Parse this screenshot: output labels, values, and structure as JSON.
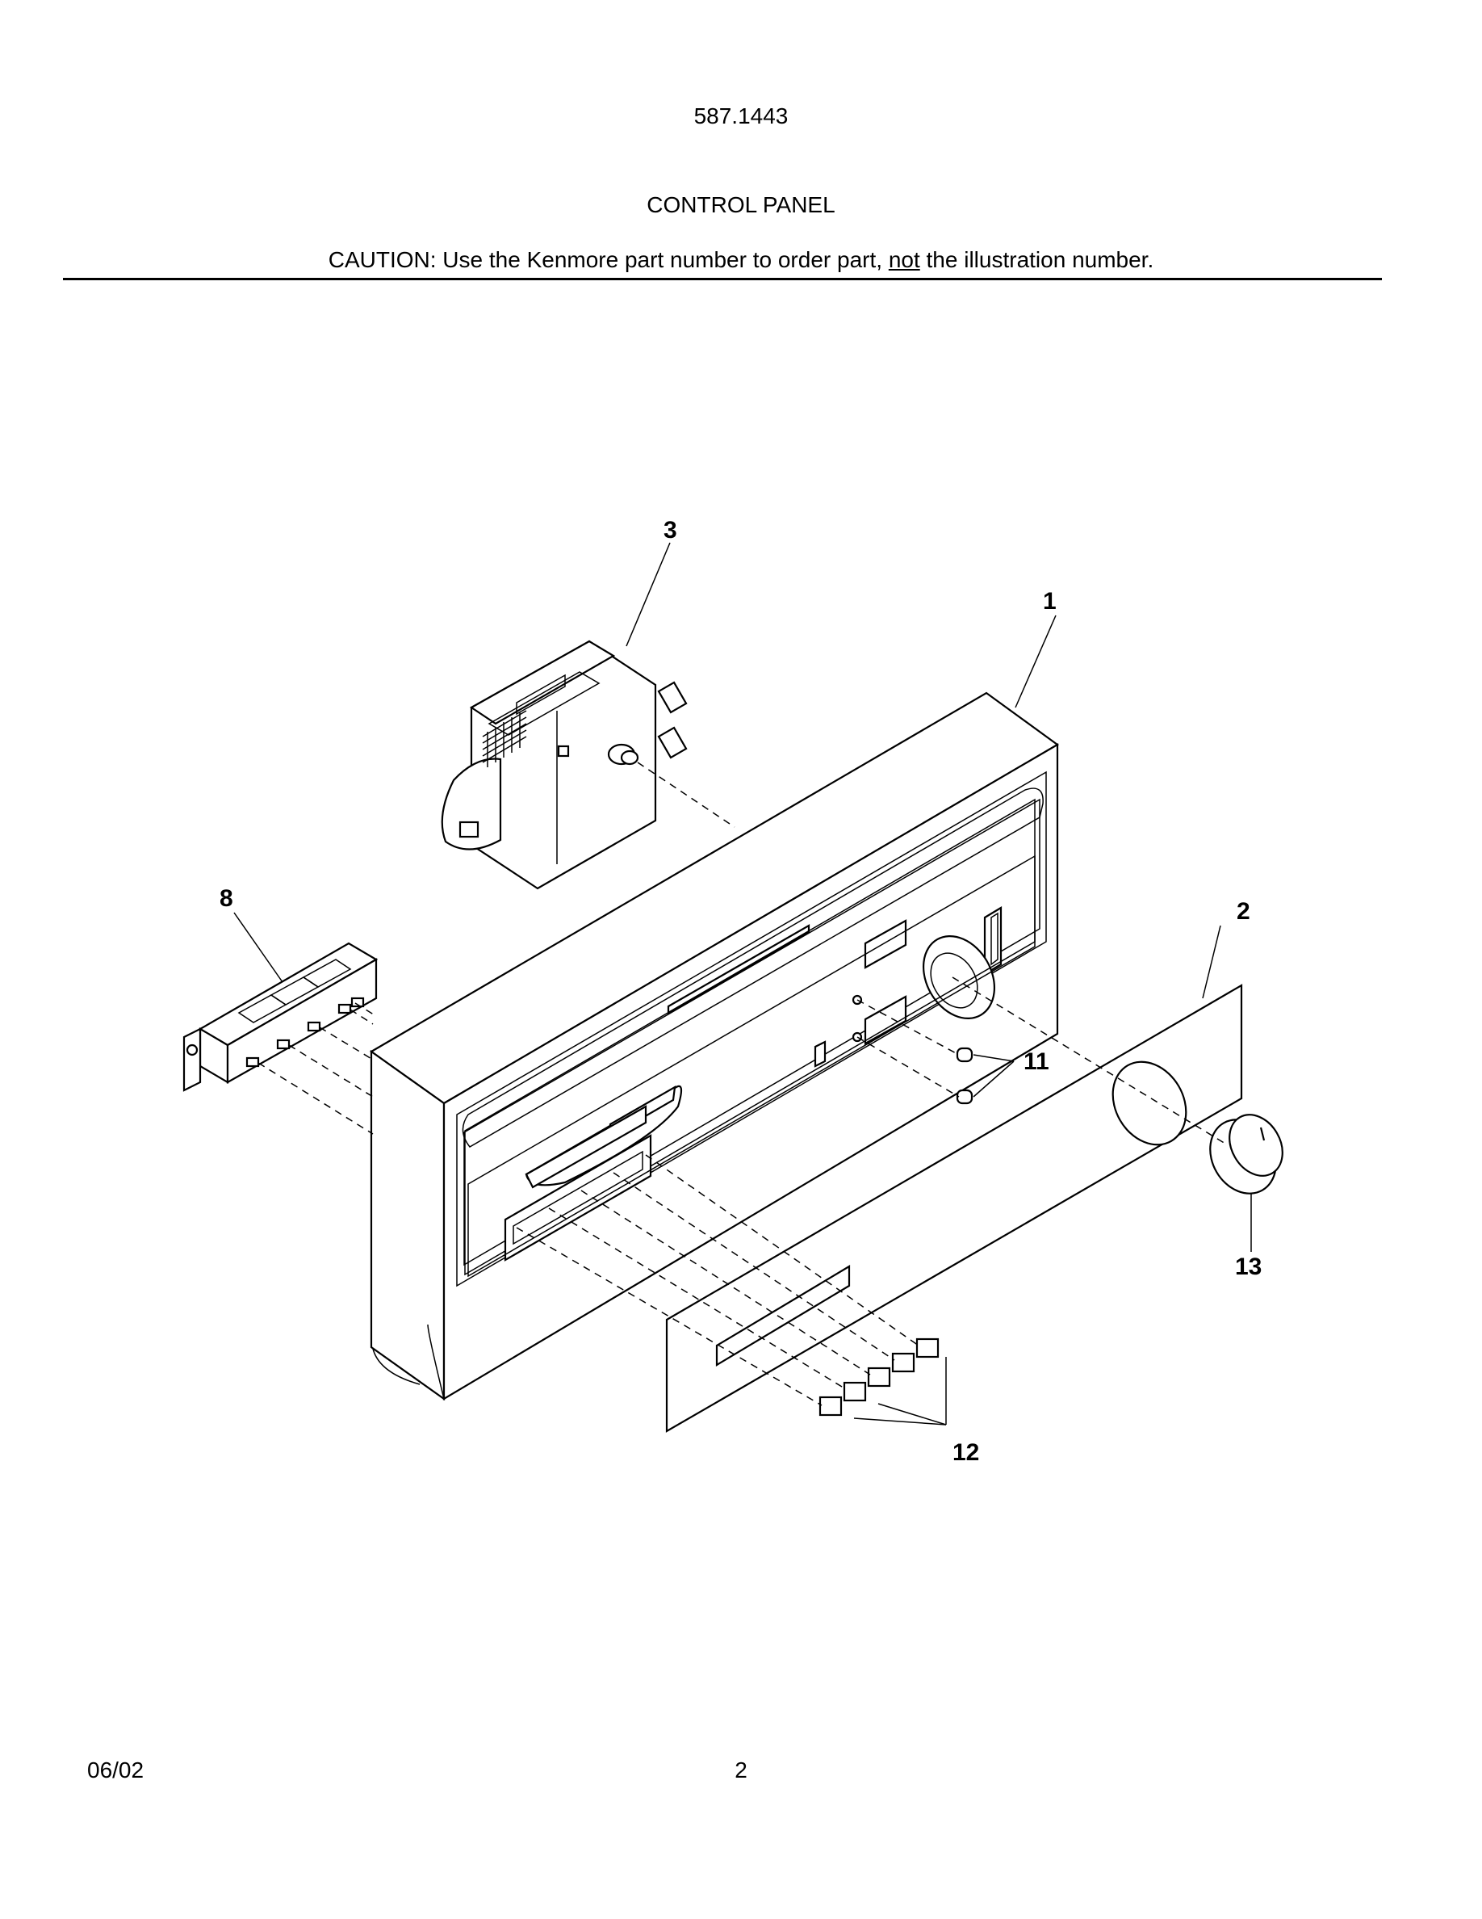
{
  "header": {
    "model_number": "587.1443",
    "section_title": "CONTROL PANEL",
    "caution_prefix": "CAUTION: Use the Kenmore part number to order part, ",
    "caution_emphasis": "not",
    "caution_suffix": " the illustration number."
  },
  "diagram": {
    "callouts": {
      "c1": "1",
      "c2": "2",
      "c3": "3",
      "c8": "8",
      "c11": "11",
      "c12": "12",
      "c13": "13"
    }
  },
  "footer": {
    "date": "06/02",
    "page_number": "2"
  }
}
